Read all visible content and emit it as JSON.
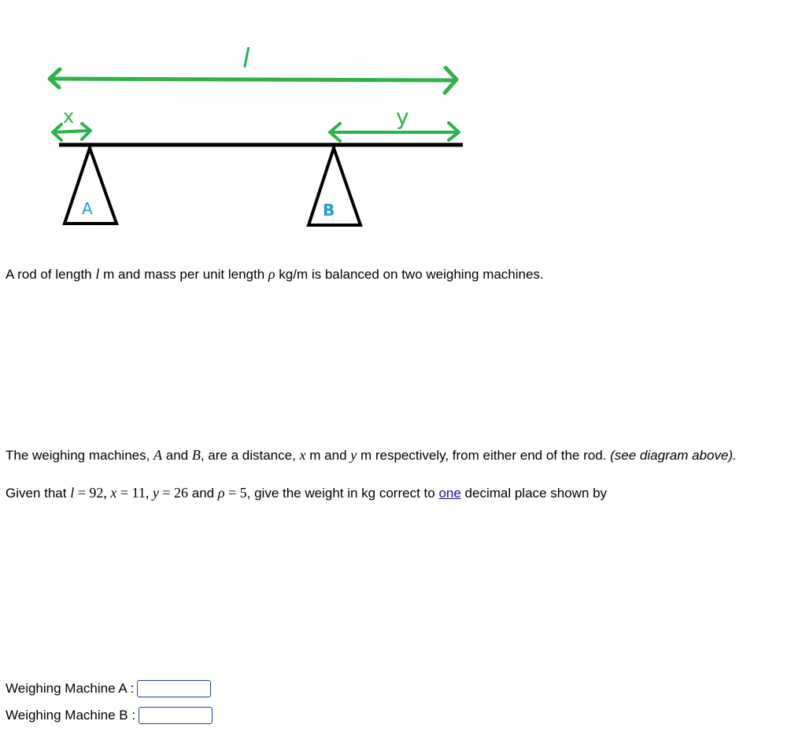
{
  "diagram": {
    "label_l": "l",
    "label_x": "x",
    "label_y": "y",
    "label_a": "A",
    "label_b": "B",
    "colors": {
      "dimension_lines": "#2db34a",
      "machine_labels": "#1e9fd8",
      "rod": "#000000"
    }
  },
  "question": {
    "intro": {
      "t1": "A rod of length ",
      "v_l": "l",
      "t2": " m and mass per unit length ",
      "v_rho": "ρ",
      "t3": " kg/m is balanced on two weighing machines."
    },
    "setup": {
      "t1": "The weighing machines, ",
      "v_a": "A",
      "t2": " and ",
      "v_b": "B",
      "t3": ", are a distance, ",
      "v_x": "x",
      "t4": " m and ",
      "v_y": "y",
      "t5": " m respectively, from either end of the rod. ",
      "note": "(see diagram above)."
    },
    "given": {
      "t1": "Given that ",
      "l_expr": "l",
      "l_eq": " = 92, ",
      "x_expr": "x",
      "x_eq": " = 11, ",
      "y_expr": "y",
      "y_eq": " = 26",
      "t2": " and ",
      "rho_expr": "ρ",
      "rho_eq": " = 5",
      "t3": ", give the weight in kg correct to ",
      "link": "one",
      "t4": " decimal place shown by"
    }
  },
  "answers": {
    "machine_a_label": "Weighing Machine A :",
    "machine_a_value": "",
    "machine_b_label": "Weighing Machine B :",
    "machine_b_value": ""
  }
}
